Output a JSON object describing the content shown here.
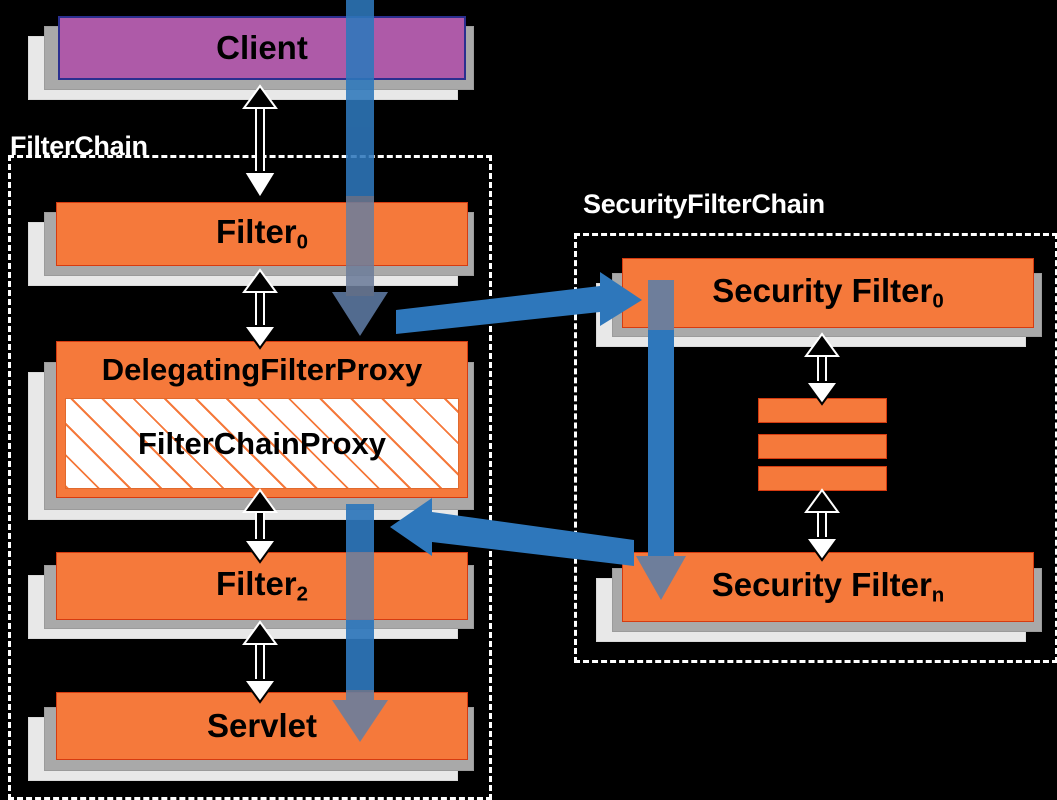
{
  "diagram": {
    "title": "Spring Security FilterChainProxy diagram",
    "colors": {
      "background": "#000000",
      "orange_box": "#F5793B",
      "purple_box": "#AE5AA8",
      "blue_arrow": "#2E77BB",
      "blue_arrow_faded": "#6B7FA0",
      "shadow_mid": "#A9A9A9",
      "shadow_light": "#E8E8E8",
      "group_border": "#FFFFFF",
      "text": "#000000",
      "label_text": "#FFFFFF"
    },
    "groups": [
      {
        "id": "filter-chain",
        "label": "FilterChain"
      },
      {
        "id": "security-filter-chain",
        "label": "SecurityFilterChain"
      }
    ],
    "nodes": [
      {
        "id": "client",
        "label": "Client",
        "sub": "",
        "kind": "purple"
      },
      {
        "id": "filter-0",
        "label": "Filter",
        "sub": "0",
        "kind": "orange"
      },
      {
        "id": "delegating-filter-proxy",
        "label": "DelegatingFilterProxy",
        "sub": "",
        "kind": "orange"
      },
      {
        "id": "filter-chain-proxy",
        "label": "FilterChainProxy",
        "sub": "",
        "kind": "hatched"
      },
      {
        "id": "filter-2",
        "label": "Filter",
        "sub": "2",
        "kind": "orange"
      },
      {
        "id": "servlet",
        "label": "Servlet",
        "sub": "",
        "kind": "orange"
      },
      {
        "id": "security-filter-0",
        "label": "Security Filter",
        "sub": "0",
        "kind": "orange"
      },
      {
        "id": "security-filter-n",
        "label": "Security Filter",
        "sub": "n",
        "kind": "orange"
      }
    ],
    "mini_bars_count": 3,
    "arrows": {
      "bidirectional_black": [
        {
          "from": "filter-0",
          "to": "client"
        },
        {
          "from": "delegating-filter-proxy",
          "to": "filter-0"
        },
        {
          "from": "filter-2",
          "to": "delegating-filter-proxy"
        },
        {
          "from": "servlet",
          "to": "filter-2"
        },
        {
          "from": "mini-bars",
          "to": "security-filter-0"
        },
        {
          "from": "security-filter-n",
          "to": "mini-bars"
        }
      ],
      "blue_flow": [
        {
          "id": "request-down-left-top",
          "from": "client",
          "to": "delegating-filter-proxy"
        },
        {
          "id": "delegate-right",
          "from": "filter-chain-proxy",
          "to": "security-filter-0"
        },
        {
          "id": "security-down",
          "from": "security-filter-0",
          "to": "security-filter-n"
        },
        {
          "id": "return-left",
          "from": "security-filter-n",
          "to": "filter-chain-proxy"
        },
        {
          "id": "continue-down-left",
          "from": "filter-chain-proxy",
          "to": "servlet"
        }
      ]
    }
  }
}
